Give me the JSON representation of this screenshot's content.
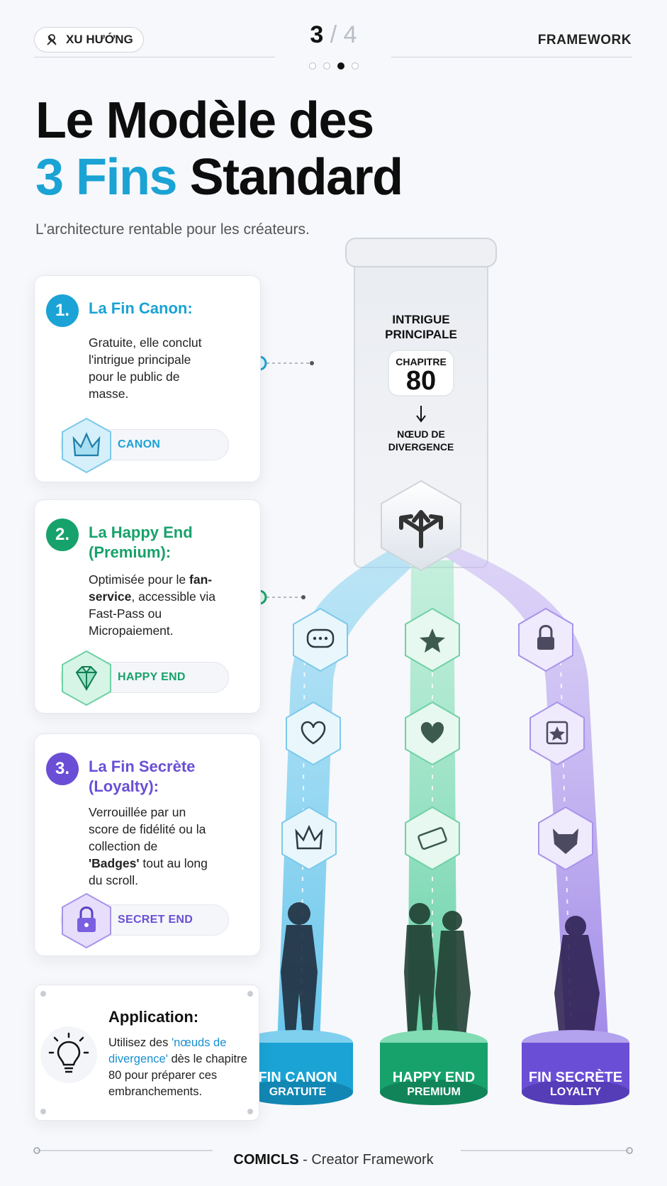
{
  "header": {
    "tag_label": "XU HƯỚNG",
    "page_current": "3",
    "page_separator": "/",
    "page_total": "4",
    "right_label": "FRAMEWORK"
  },
  "title": {
    "line1": "Le Modèle des",
    "line2_highlight": "3 Fins",
    "line2_rest": " Standard"
  },
  "subtitle": "L'architecture rentable pour les créateurs.",
  "cards": [
    {
      "number": "1.",
      "title": "La Fin Canon:",
      "desc_parts": [
        "Gratuite, elle conclut l'intrigue principale pour le public de masse."
      ],
      "pill_label": "CANON",
      "color": "#1aa3d4"
    },
    {
      "number": "2.",
      "title": "La Happy End (Premium):",
      "desc_pre": "Optimisée pour le ",
      "desc_bold": "fan-service",
      "desc_post": ", accessible via Fast-Pass ou Micropaiement.",
      "pill_label": "HAPPY END",
      "color": "#17a26b"
    },
    {
      "number": "3.",
      "title": "La Fin Secrète (Loyalty):",
      "desc_pre": "Verrouillée par un score de fidélité ou la collection de ",
      "desc_bold": "'Badges'",
      "desc_post": " tout au long du scroll.",
      "pill_label": "SECRET END",
      "color": "#6a4fd6"
    }
  ],
  "application": {
    "title": "Application:",
    "desc_pre": "Utilisez des ",
    "desc_highlight": "'nœuds de divergence'",
    "desc_post": " dès le chapitre 80 pour préparer ces embranchements."
  },
  "diagram": {
    "trunk_title": "INTRIGUE PRINCIPALE",
    "chapter_label": "CHAPITRE",
    "chapter_number": "80",
    "divergence_label": "NŒUD DE DIVERGENCE",
    "endings": [
      {
        "name": "FIN CANON",
        "sub": "GRATUITE",
        "color": "#1aa3d4"
      },
      {
        "name": "HAPPY END",
        "sub": "PREMIUM",
        "color": "#17a26b"
      },
      {
        "name": "FIN SECRÈTE",
        "sub": "LOYALTY",
        "color": "#6a4fd6"
      }
    ]
  },
  "footer": {
    "brand": "COMICLS",
    "rest": " - Creator Framework"
  }
}
